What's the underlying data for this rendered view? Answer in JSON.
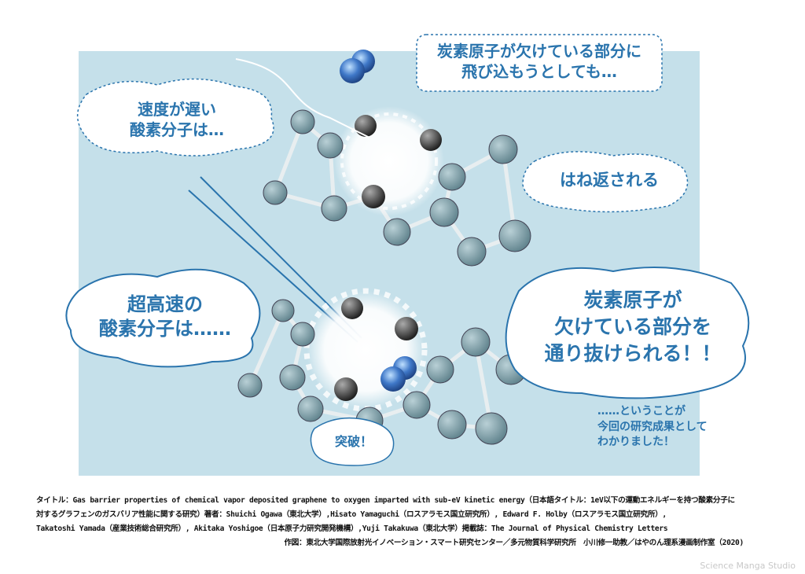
{
  "bubbles": {
    "top_center": [
      "炭素原子が欠けている部分に",
      "飛び込もうとしても…"
    ],
    "top_left": [
      "速度が遅い",
      "酸素分子は…"
    ],
    "bounce": "はね返される",
    "left_big": [
      "超高速の",
      "酸素分子は……"
    ],
    "right_big": [
      "炭素原子が",
      "欠けている部分を",
      "通り抜けられる！！"
    ],
    "breakthrough": "突破！",
    "conclusion": [
      "……ということが",
      "今回の研究成果として",
      "わかりました！"
    ]
  },
  "credits": [
    "タイトル：Gas barrier properties of chemical vapor deposited graphene to oxygen imparted with sub-eV kinetic energy（日本語タイトル：1eV以下の運動エネルギーを持つ酸素分子に",
    "対するグラフェンのガスバリア性能に関する研究）著者：Shuichi Ogawa（東北大学）,Hisato Yamaguchi（ロスアラモス国立研究所）, Edward F. Holby（ロスアラモス国立研究所）,",
    "Takatoshi Yamada（産業技術総合研究所）, Akitaka Yoshigoe（日本原子力研究開発機構）,Yuji Takakuwa（東北大学）掲載誌：The Journal of Physical Chemistry Letters",
    "作図：東北大学国際放射光イノベーション・スマート研究センター／多元物質科学研究所　小川修一助教／はやのん理系漫画制作室（2020)"
  ],
  "watermark": "Science Manga Studio",
  "colors": {
    "background": "#c5e0ea",
    "text_blue": "#2a74ad",
    "carbon": "#7f9fa8",
    "oxygen": "#3f78c8"
  }
}
